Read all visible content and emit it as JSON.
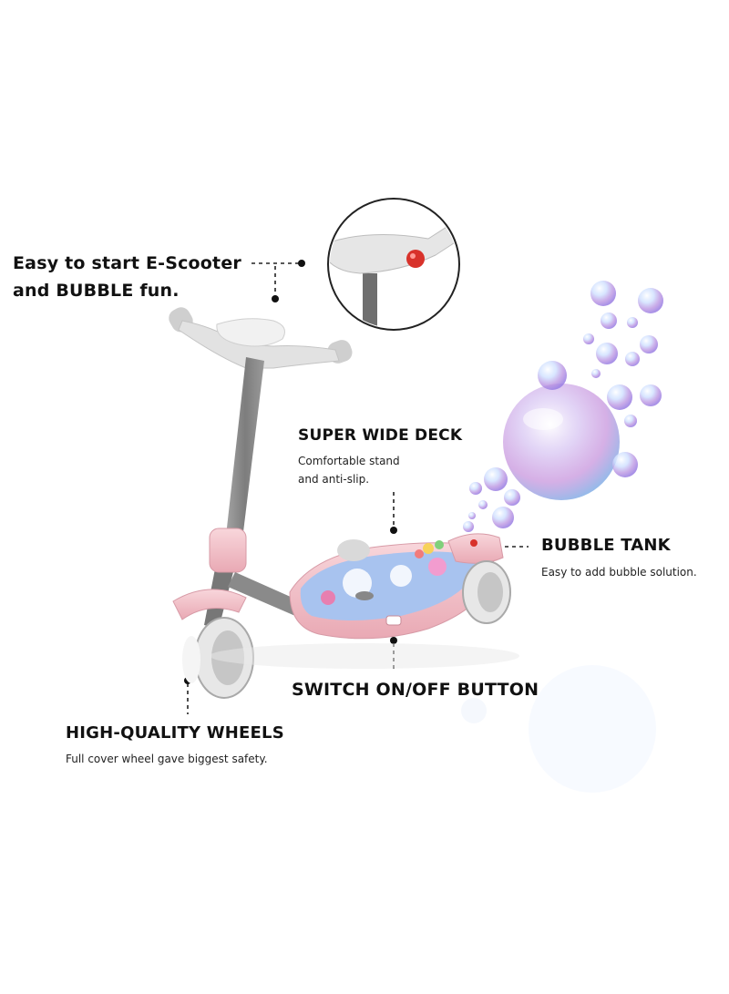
{
  "callouts": {
    "start": {
      "line1": "Easy to start E-Scooter",
      "line2": "and BUBBLE fun."
    },
    "deck": {
      "title": "SUPER WIDE DECK",
      "line1": "Comfortable stand",
      "line2": "and anti-slip."
    },
    "tank": {
      "title": "BUBBLE TANK",
      "text": "Easy to add bubble solution."
    },
    "switch": {
      "title": "SWITCH ON/OFF BUTTON"
    },
    "wheels": {
      "title": "HIGH-QUALITY WHEELS",
      "text": "Full cover wheel gave biggest safety."
    }
  },
  "colors": {
    "body_pink": "#f4c3cb",
    "grip_grey": "#c9c9c9",
    "stem_grey": "#8e8e8e",
    "button_red": "#d8322b",
    "bubble": "#c9a6e6"
  }
}
